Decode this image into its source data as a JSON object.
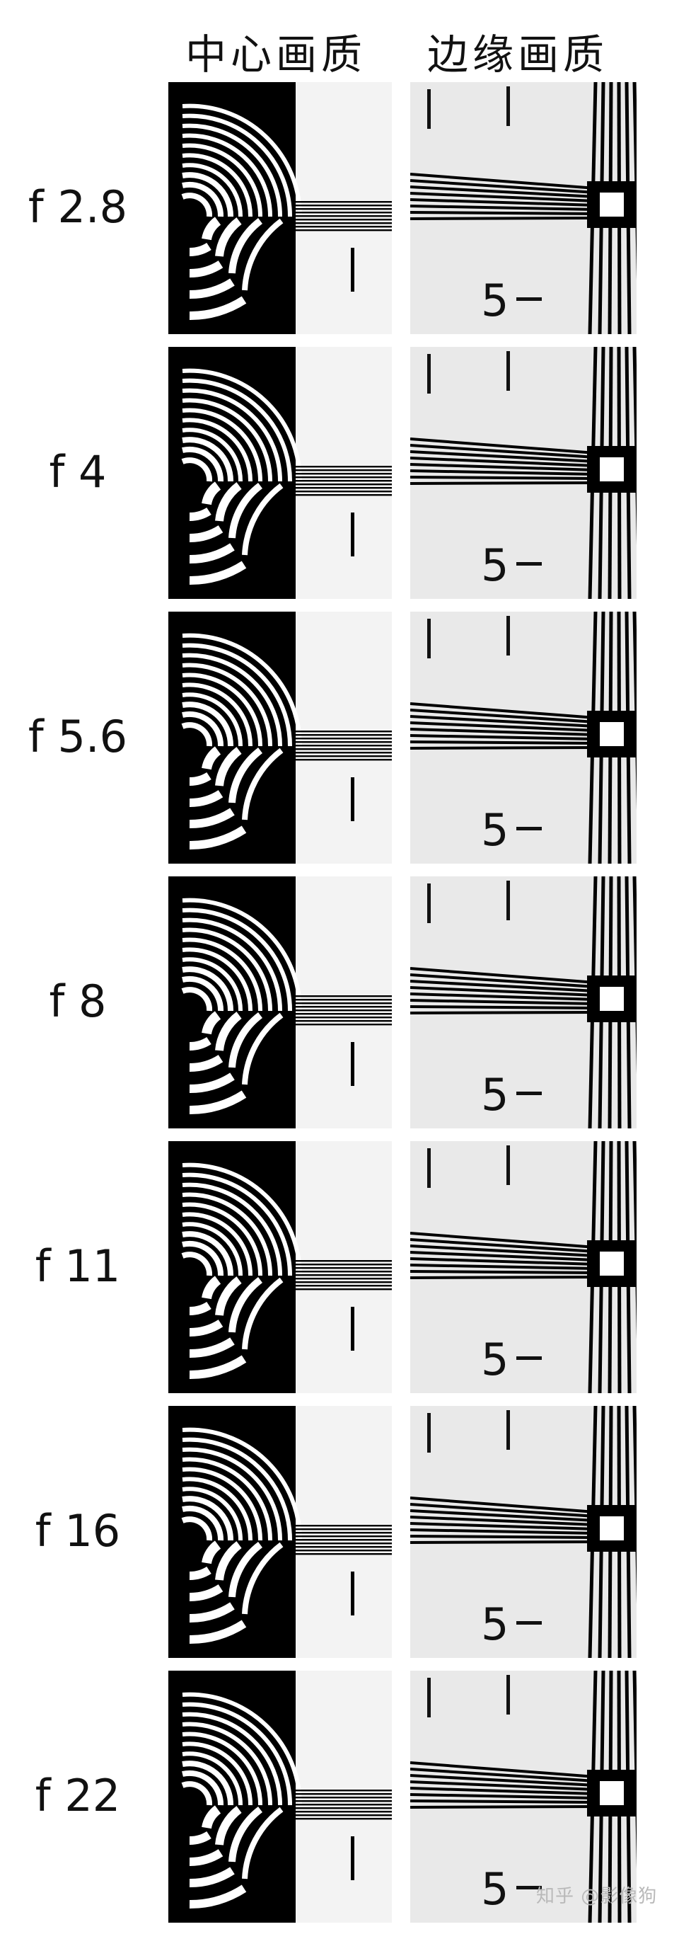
{
  "columns": {
    "center_title": "中心画质",
    "edge_title": "边缘画质"
  },
  "rows": [
    {
      "aperture": "f 2.8"
    },
    {
      "aperture": "f 4"
    },
    {
      "aperture": "f 5.6"
    },
    {
      "aperture": "f 8"
    },
    {
      "aperture": "f 11"
    },
    {
      "aperture": "f 16"
    },
    {
      "aperture": "f 22"
    }
  ],
  "chart_marker": "5",
  "watermark": "知乎 @影像狗"
}
